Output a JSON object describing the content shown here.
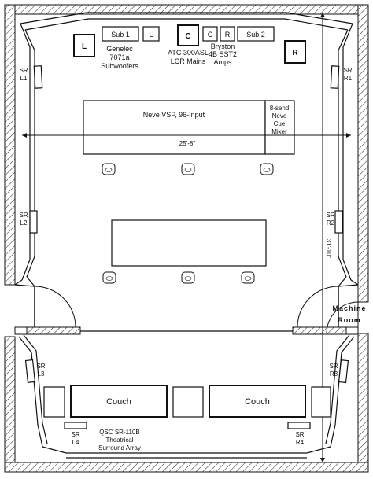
{
  "equipment": {
    "sub1": "Sub 1",
    "sub2": "Sub 2",
    "l_small": "L",
    "l_big": "L",
    "c_big": "C",
    "c_small": "C",
    "r_small": "R",
    "r_big": "R",
    "genelec": [
      "Genelec",
      "7071a",
      "Subwoofers"
    ],
    "atc": [
      "ATC 300ASL",
      "LCR Mains"
    ],
    "bryston": [
      "Bryston",
      "4B SST2",
      "Amps"
    ]
  },
  "console": {
    "neve": "Neve VSP, 96-Input",
    "cue": [
      "8-send",
      "Neve",
      "Cue",
      "Mixer"
    ]
  },
  "dimensions": {
    "width": "25'-8\"",
    "length": "31'-10\""
  },
  "surrounds": {
    "l1": [
      "SR",
      "L1"
    ],
    "r1": [
      "SR",
      "R1"
    ],
    "l2": [
      "SR",
      "L2"
    ],
    "r2": [
      "SR",
      "R2"
    ],
    "l3": [
      "SR",
      "L3"
    ],
    "r3": [
      "SR",
      "R3"
    ],
    "l4": [
      "SR",
      "L4"
    ],
    "r4": [
      "SR",
      "R4"
    ]
  },
  "surround_array": [
    "QSC SR-110B",
    "Theatrical",
    "Surround Array"
  ],
  "seating": {
    "couch_left": "Couch",
    "couch_right": "Couch"
  },
  "machine_room": [
    "Machine",
    "Room"
  ]
}
